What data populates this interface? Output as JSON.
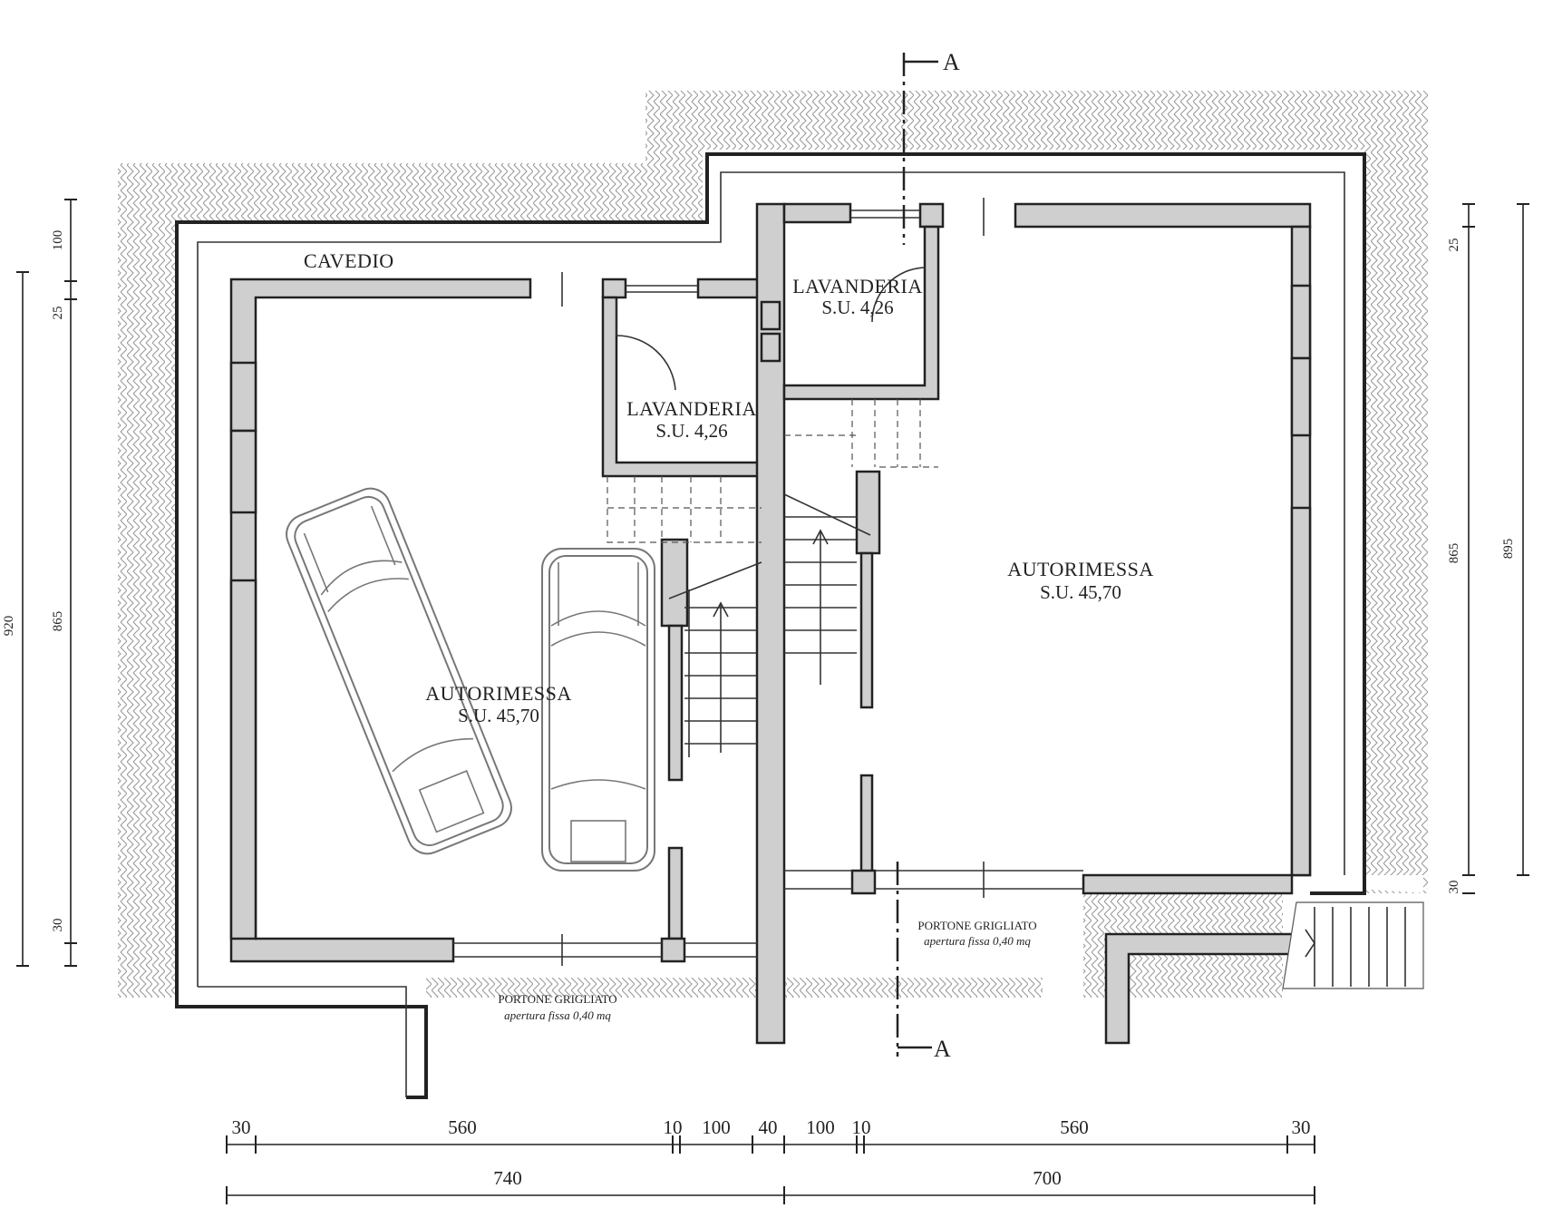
{
  "cavedio": "CAVEDIO",
  "rooms": {
    "left_lavanderia": {
      "name": "LAVANDERIA",
      "area": "S.U. 4,26"
    },
    "right_lavanderia": {
      "name": "LAVANDERIA",
      "area": "S.U. 4,26"
    },
    "left_autorimessa": {
      "name": "AUTORIMESSA",
      "area": "S.U. 45,70"
    },
    "right_autorimessa": {
      "name": "AUTORIMESSA",
      "area": "S.U. 45,70"
    }
  },
  "doors": {
    "left": {
      "title": "PORTONE GRIGLIATO",
      "note": "apertura fissa 0,40 mq"
    },
    "right": {
      "title": "PORTONE GRIGLIATO",
      "note": "apertura fissa 0,40 mq"
    }
  },
  "section_marks": {
    "top": "A",
    "bottom": "A"
  },
  "dimensions": {
    "bottom_row1": [
      "30",
      "560",
      "10",
      "100",
      "40",
      "100",
      "10",
      "560",
      "30"
    ],
    "bottom_row2": [
      "740",
      "700"
    ],
    "left_outer": "920",
    "left_inner": [
      "100",
      "25",
      "865",
      "30"
    ],
    "right_inner": [
      "25",
      "865",
      "30"
    ],
    "right_outer": "895"
  }
}
